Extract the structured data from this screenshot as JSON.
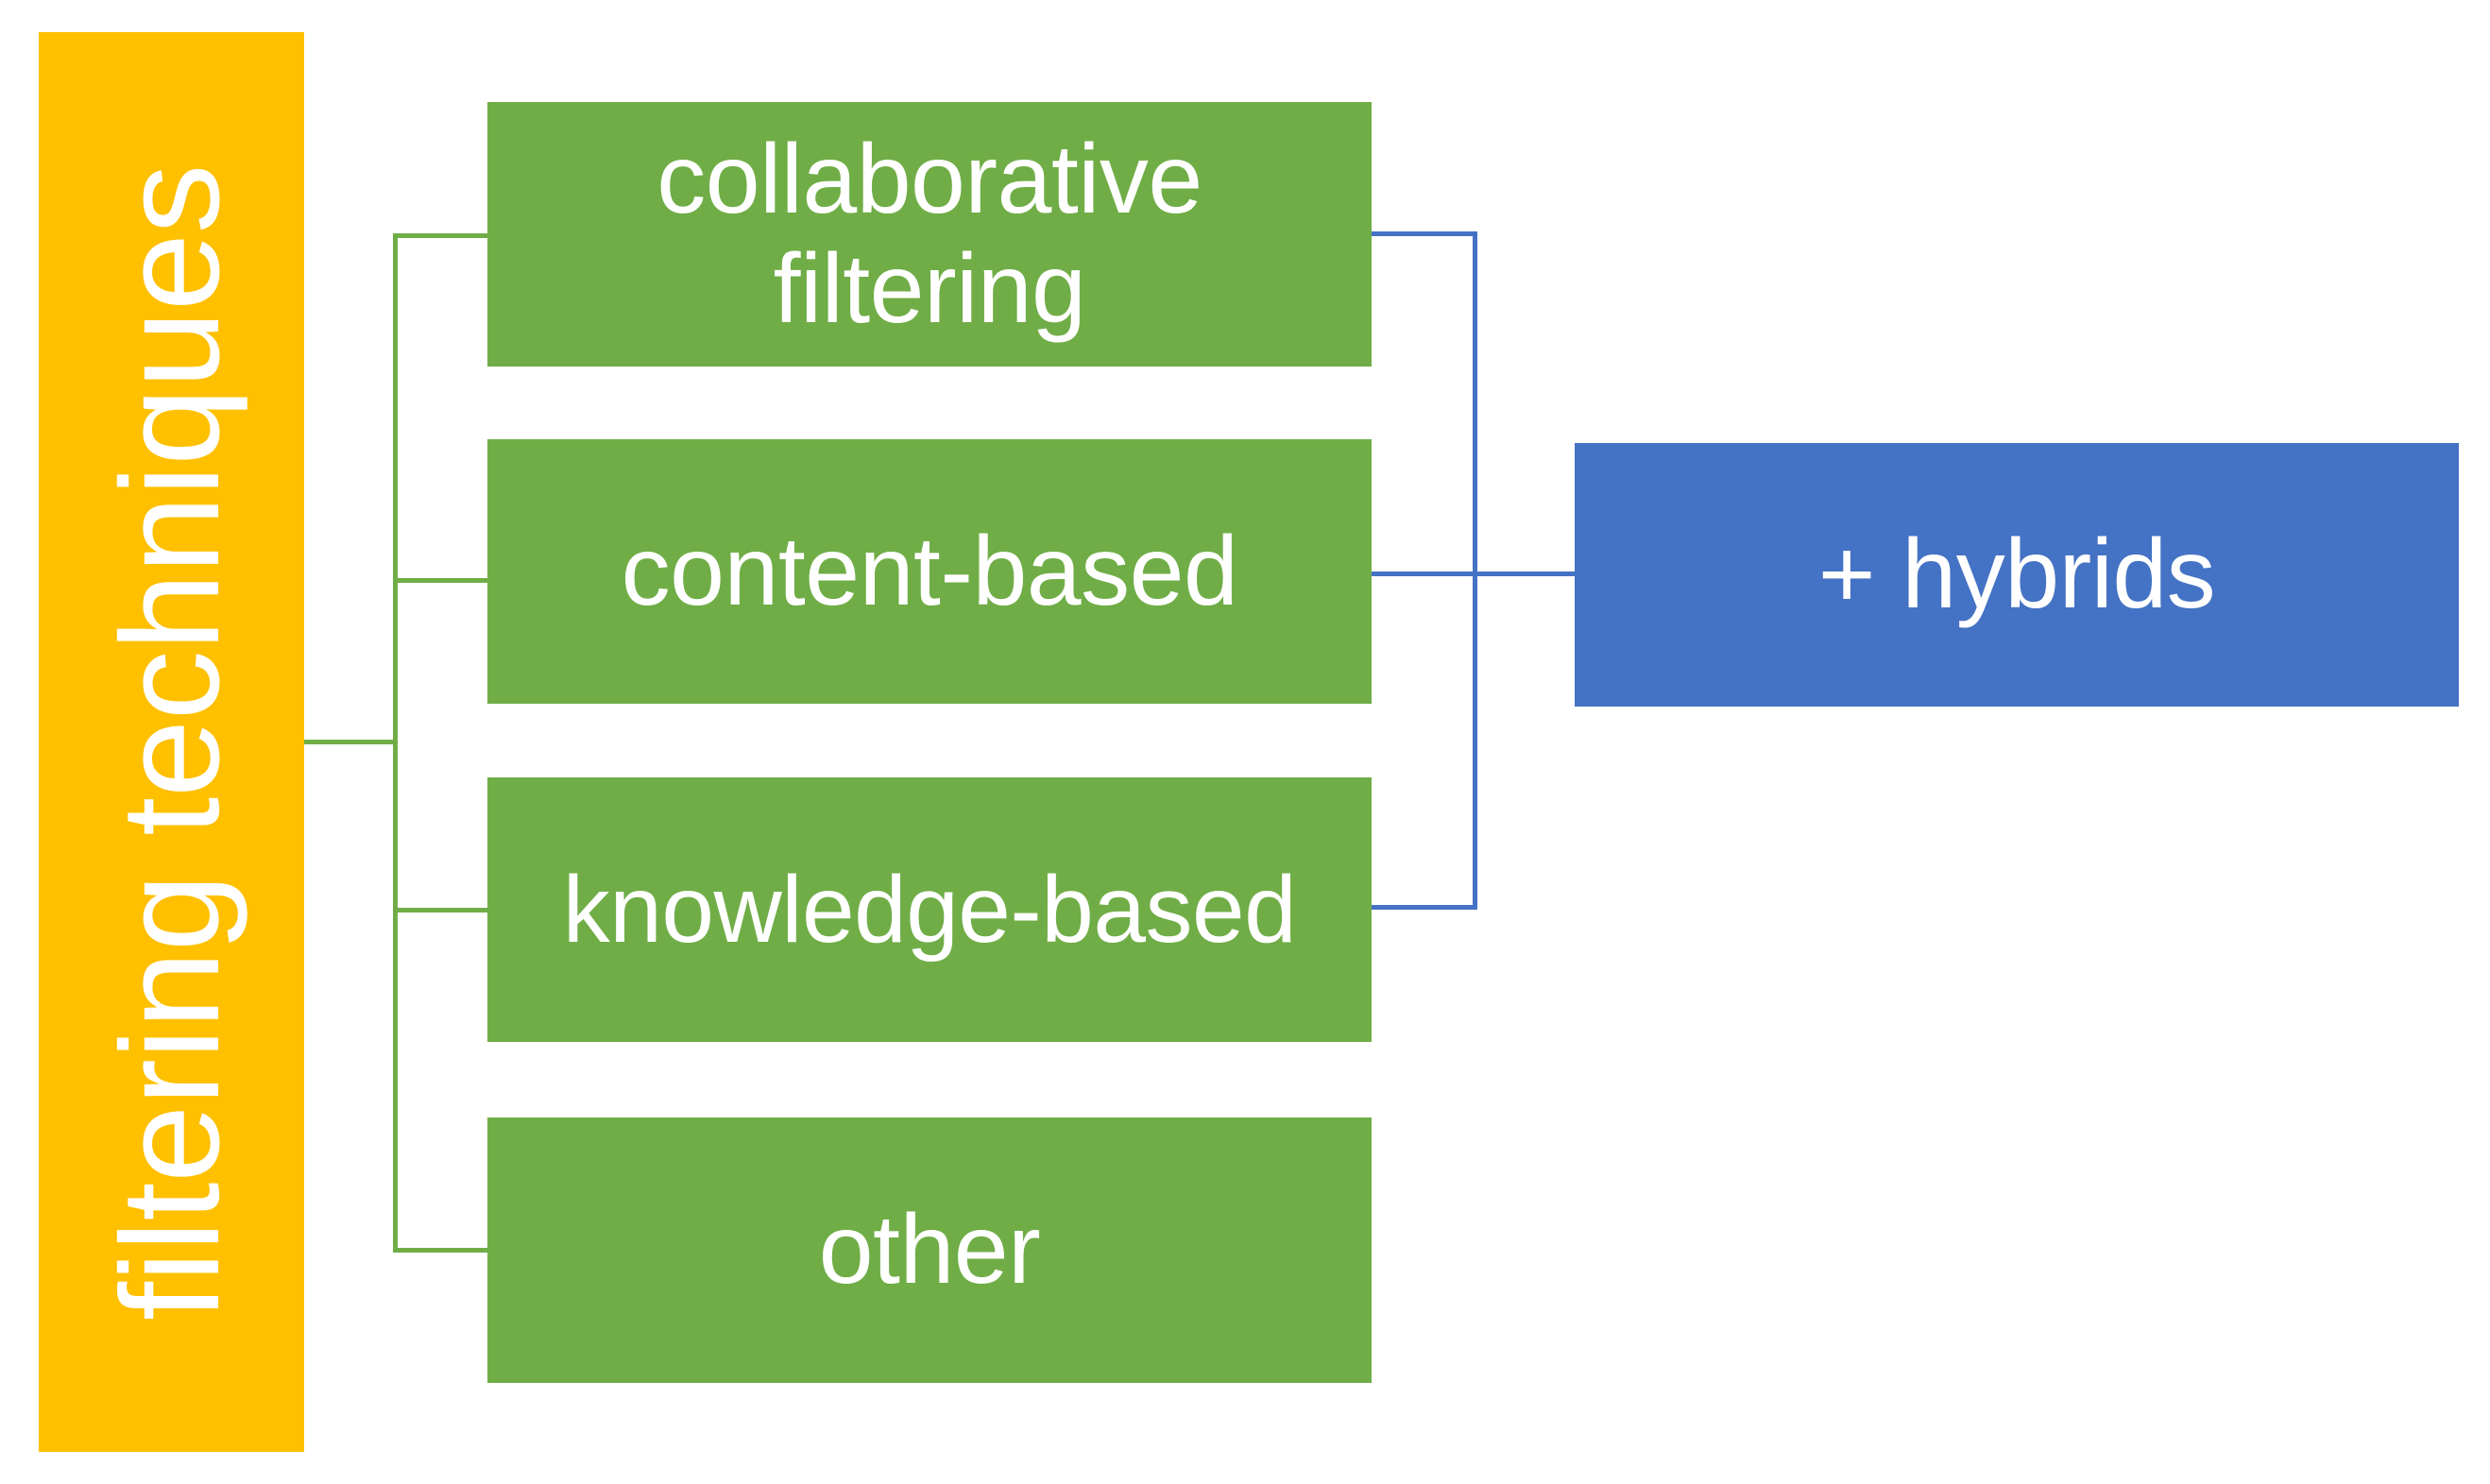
{
  "diagram": {
    "title": "filtering techniques taxonomy",
    "type": "tree-diagram",
    "root": {
      "label": "filtering techniques",
      "color": "#FFC000",
      "text_color": "#FFFFFF",
      "orientation": "vertical-bottom-to-top"
    },
    "children": [
      {
        "label": "collaborative\nfiltering",
        "line1": "collaborative",
        "line2": "filtering",
        "color": "#70AD47"
      },
      {
        "label": "content-based",
        "line1": "content-based",
        "line2": "",
        "color": "#70AD47"
      },
      {
        "label": "knowledge-based",
        "line1": "knowledge-based",
        "line2": "",
        "color": "#70AD47"
      },
      {
        "label": "other",
        "line1": "other",
        "line2": "",
        "color": "#70AD47"
      }
    ],
    "hybrid": {
      "label": "+ hybrids",
      "color": "#4472C4",
      "text_color": "#FFFFFF"
    },
    "connectors": {
      "root_branch_color": "#70AD47",
      "hybrid_branch_color": "#4472C4",
      "root_links": [
        "collaborative filtering",
        "content-based",
        "knowledge-based",
        "other"
      ],
      "hybrid_links": [
        "collaborative filtering",
        "content-based",
        "knowledge-based"
      ]
    }
  }
}
